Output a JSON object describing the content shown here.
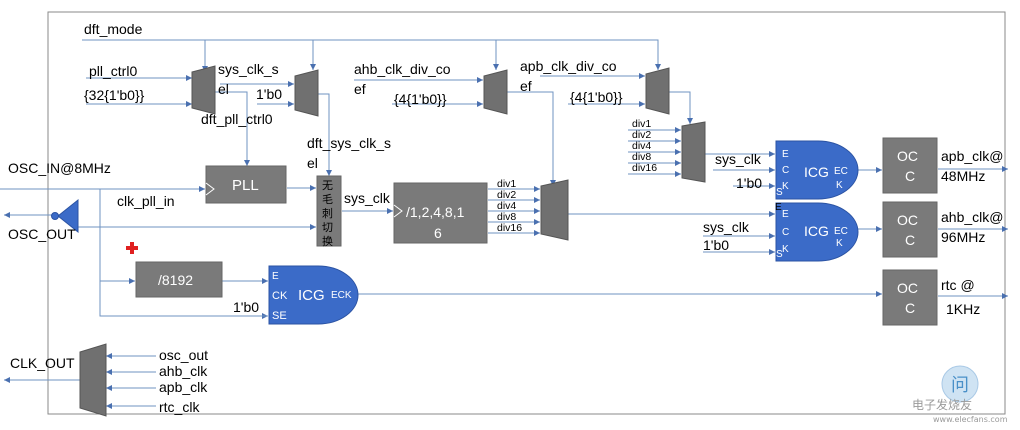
{
  "signals": {
    "dft_mode": "dft_mode",
    "pll_ctrl0": "pll_ctrl0",
    "zero32": "{32{1'b0}}",
    "dft_pll_ctrl0": "dft_pll_ctrl0",
    "sys_clk_sel_a": "sys_clk_s",
    "sys_clk_sel_b": "el",
    "one_b0": "1'b0",
    "dft_sys_clk_sel_a": "dft_sys_clk_s",
    "dft_sys_clk_sel_b": "el",
    "ahb_div_a": "ahb_clk_div_co",
    "ahb_div_b": "ef",
    "zero4_a": "{4{1'b0}}",
    "apb_div_a": "apb_clk_div_co",
    "apb_div_b": "ef",
    "zero4_b": "{4{1'b0}}",
    "osc_in": "OSC_IN@8MHz",
    "clk_pll_in": "clk_pll_in",
    "osc_out": "OSC_OUT",
    "sys_clk": "sys_clk",
    "sys_clk_apb": "sys_clk",
    "sys_clk_ahb": "sys_clk",
    "one_b0_apb": "1'b0",
    "one_b0_ahb": "1'b0",
    "one_b0_rtc": "1'b0",
    "clk_out": "CLK_OUT",
    "in_osc_out": "osc_out",
    "in_ahb_clk": "ahb_clk",
    "in_apb_clk": "apb_clk",
    "in_rtc_clk": "rtc_clk"
  },
  "divs": [
    "div1",
    "div2",
    "div4",
    "div8",
    "div16"
  ],
  "blocks": {
    "pll": "PLL",
    "glitchfree": [
      "无",
      "毛",
      "刺",
      "切",
      "换"
    ],
    "divider_a": "/1,2,4,8,1",
    "divider_b": "6",
    "div8192": "/8192",
    "icg": "ICG",
    "icg_e": "E",
    "icg_ck": "CK",
    "icg_c": "C",
    "icg_k": "K",
    "icg_se": "SE",
    "icg_s": "S",
    "icg_ec": "EC",
    "icg_eck": "ECK",
    "occ_a": "OC",
    "occ_b": "C"
  },
  "outputs": {
    "apb_a": "apb_clk@",
    "apb_b": "48MHz",
    "ahb_a": "ahb_clk@",
    "ahb_b": "96MHz",
    "rtc_a": "rtc @",
    "rtc_b": "1KHz"
  },
  "watermark": {
    "logo": "问",
    "text": "电子发烧友",
    "url": "www.elecfans.com"
  },
  "colors": {
    "wire": "#6f93c2",
    "mux": "#707070",
    "box": "#7a7a7a",
    "icg": "#3b6bc8",
    "marker": "#e02020"
  }
}
